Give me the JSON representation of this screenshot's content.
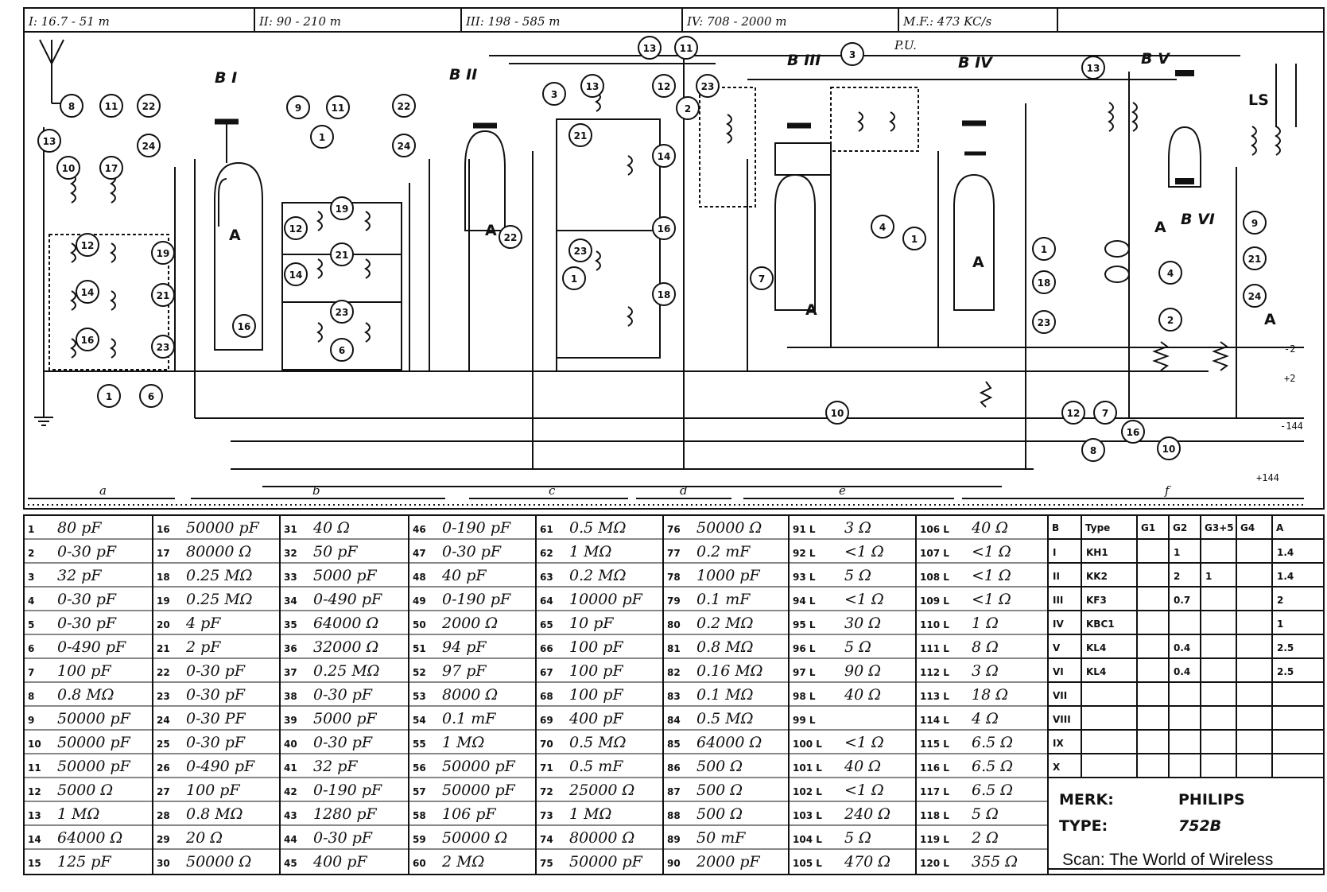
{
  "bands": [
    {
      "roman": "I:",
      "range": "16.7 - 51 m"
    },
    {
      "roman": "II:",
      "range": "90 - 210 m"
    },
    {
      "roman": "III:",
      "range": "198 - 585 m"
    },
    {
      "roman": "IV:",
      "range": "708 - 2000 m"
    }
  ],
  "mf": "M.F.: 473 KC/s",
  "section_labels": [
    "a",
    "b",
    "c",
    "d",
    "e",
    "f"
  ],
  "tube_labels": [
    "B I",
    "B II",
    "B III",
    "B IV",
    "B V",
    "B VI"
  ],
  "schematic_labels": {
    "pu": "P.U.",
    "ls": "LS",
    "anode": "A",
    "neg2": "-2",
    "pos2": "+2",
    "neg144": "-144",
    "pos144": "+144"
  },
  "components": [
    [
      "1",
      "80 pF"
    ],
    [
      "2",
      "0-30 pF"
    ],
    [
      "3",
      "32 pF"
    ],
    [
      "4",
      "0-30 pF"
    ],
    [
      "5",
      "0-30 pF"
    ],
    [
      "6",
      "0-490 pF"
    ],
    [
      "7",
      "100 pF"
    ],
    [
      "8",
      "0.8 MΩ"
    ],
    [
      "9",
      "50000 pF"
    ],
    [
      "10",
      "50000 pF"
    ],
    [
      "11",
      "50000 pF"
    ],
    [
      "12",
      "5000 Ω"
    ],
    [
      "13",
      "1 MΩ"
    ],
    [
      "14",
      "64000 Ω"
    ],
    [
      "15",
      "125 pF"
    ],
    [
      "16",
      "50000 pF"
    ],
    [
      "17",
      "80000 Ω"
    ],
    [
      "18",
      "0.25 MΩ"
    ],
    [
      "19",
      "0.25 MΩ"
    ],
    [
      "20",
      "4 pF"
    ],
    [
      "21",
      "2 pF"
    ],
    [
      "22",
      "0-30 pF"
    ],
    [
      "23",
      "0-30 pF"
    ],
    [
      "24",
      "0-30 PF"
    ],
    [
      "25",
      "0-30 pF"
    ],
    [
      "26",
      "0-490 pF"
    ],
    [
      "27",
      "100 pF"
    ],
    [
      "28",
      "0.8 MΩ"
    ],
    [
      "29",
      "20 Ω"
    ],
    [
      "30",
      "50000 Ω"
    ],
    [
      "31",
      "40 Ω"
    ],
    [
      "32",
      "50 pF"
    ],
    [
      "33",
      "5000 pF"
    ],
    [
      "34",
      "0-490 pF"
    ],
    [
      "35",
      "64000 Ω"
    ],
    [
      "36",
      "32000 Ω"
    ],
    [
      "37",
      "0.25 MΩ"
    ],
    [
      "38",
      "0-30 pF"
    ],
    [
      "39",
      "5000 pF"
    ],
    [
      "40",
      "0-30 pF"
    ],
    [
      "41",
      "32 pF"
    ],
    [
      "42",
      "0-190 pF"
    ],
    [
      "43",
      "1280 pF"
    ],
    [
      "44",
      "0-30 pF"
    ],
    [
      "45",
      "400 pF"
    ],
    [
      "46",
      "0-190 pF"
    ],
    [
      "47",
      "0-30 pF"
    ],
    [
      "48",
      "40 pF"
    ],
    [
      "49",
      "0-190 pF"
    ],
    [
      "50",
      "2000 Ω"
    ],
    [
      "51",
      "94 pF"
    ],
    [
      "52",
      "97 pF"
    ],
    [
      "53",
      "8000 Ω"
    ],
    [
      "54",
      "0.1 mF"
    ],
    [
      "55",
      "1 MΩ"
    ],
    [
      "56",
      "50000 pF"
    ],
    [
      "57",
      "50000 pF"
    ],
    [
      "58",
      "106 pF"
    ],
    [
      "59",
      "50000 Ω"
    ],
    [
      "60",
      "2 MΩ"
    ],
    [
      "61",
      "0.5 MΩ"
    ],
    [
      "62",
      "1 MΩ"
    ],
    [
      "63",
      "0.2 MΩ"
    ],
    [
      "64",
      "10000 pF"
    ],
    [
      "65",
      "10 pF"
    ],
    [
      "66",
      "100 pF"
    ],
    [
      "67",
      "100 pF"
    ],
    [
      "68",
      "100 pF"
    ],
    [
      "69",
      "400 pF"
    ],
    [
      "70",
      "0.5 MΩ"
    ],
    [
      "71",
      "0.5 mF"
    ],
    [
      "72",
      "25000 Ω"
    ],
    [
      "73",
      "1 MΩ"
    ],
    [
      "74",
      "80000 Ω"
    ],
    [
      "75",
      "50000 pF"
    ],
    [
      "76",
      "50000 Ω"
    ],
    [
      "77",
      "0.2 mF"
    ],
    [
      "78",
      "1000 pF"
    ],
    [
      "79",
      "0.1 mF"
    ],
    [
      "80",
      "0.2 MΩ"
    ],
    [
      "81",
      "0.8 MΩ"
    ],
    [
      "82",
      "0.16 MΩ"
    ],
    [
      "83",
      "0.1 MΩ"
    ],
    [
      "84",
      "0.5 MΩ"
    ],
    [
      "85",
      "64000 Ω"
    ],
    [
      "86",
      "500 Ω"
    ],
    [
      "87",
      "500 Ω"
    ],
    [
      "88",
      "500 Ω"
    ],
    [
      "89",
      "50 mF"
    ],
    [
      "90",
      "2000 pF"
    ]
  ],
  "coils": [
    [
      "91 L",
      "3 Ω"
    ],
    [
      "92 L",
      "<1 Ω"
    ],
    [
      "93 L",
      "5 Ω"
    ],
    [
      "94 L",
      "<1 Ω"
    ],
    [
      "95 L",
      "30 Ω"
    ],
    [
      "96 L",
      "5 Ω"
    ],
    [
      "97 L",
      "90 Ω"
    ],
    [
      "98 L",
      "40 Ω"
    ],
    [
      "99 L",
      ""
    ],
    [
      "100 L",
      "<1 Ω"
    ],
    [
      "101 L",
      "40 Ω"
    ],
    [
      "102 L",
      "<1 Ω"
    ],
    [
      "103 L",
      "240 Ω"
    ],
    [
      "104 L",
      "5 Ω"
    ],
    [
      "105 L",
      "470 Ω"
    ],
    [
      "106 L",
      "40 Ω"
    ],
    [
      "107 L",
      "<1 Ω"
    ],
    [
      "108 L",
      "<1 Ω"
    ],
    [
      "109 L",
      "<1 Ω"
    ],
    [
      "110 L",
      "1 Ω"
    ],
    [
      "111 L",
      "8 Ω"
    ],
    [
      "112 L",
      "3 Ω"
    ],
    [
      "113 L",
      "18 Ω"
    ],
    [
      "114 L",
      "4 Ω"
    ],
    [
      "115 L",
      "6.5 Ω"
    ],
    [
      "116 L",
      "6.5 Ω"
    ],
    [
      "117 L",
      "6.5 Ω"
    ],
    [
      "118 L",
      "5 Ω"
    ],
    [
      "119 L",
      "2 Ω"
    ],
    [
      "120 L",
      "355 Ω"
    ]
  ],
  "tube_table": {
    "headers": [
      "B",
      "Type",
      "G1",
      "G2",
      "G3+5",
      "G4",
      "A"
    ],
    "rows": [
      [
        "I",
        "KH1",
        "",
        "1",
        "",
        "",
        "1.4"
      ],
      [
        "II",
        "KK2",
        "",
        "2",
        "1",
        "",
        "1.4"
      ],
      [
        "III",
        "KF3",
        "",
        "0.7",
        "",
        "",
        "2"
      ],
      [
        "IV",
        "KBC1",
        "",
        "",
        "",
        "",
        "1"
      ],
      [
        "V",
        "KL4",
        "",
        "0.4",
        "",
        "",
        "2.5"
      ],
      [
        "VI",
        "KL4",
        "",
        "0.4",
        "",
        "",
        "2.5"
      ],
      [
        "VII",
        "",
        "",
        "",
        "",
        "",
        ""
      ],
      [
        "VIII",
        "",
        "",
        "",
        "",
        "",
        ""
      ],
      [
        "IX",
        "",
        "",
        "",
        "",
        "",
        ""
      ],
      [
        "X",
        "",
        "",
        "",
        "",
        "",
        ""
      ]
    ]
  },
  "info": {
    "merk_label": "MERK:",
    "merk_value": "PHILIPS",
    "type_label": "TYPE:",
    "type_value": "752B",
    "scan": "Scan: The World of Wireless"
  }
}
